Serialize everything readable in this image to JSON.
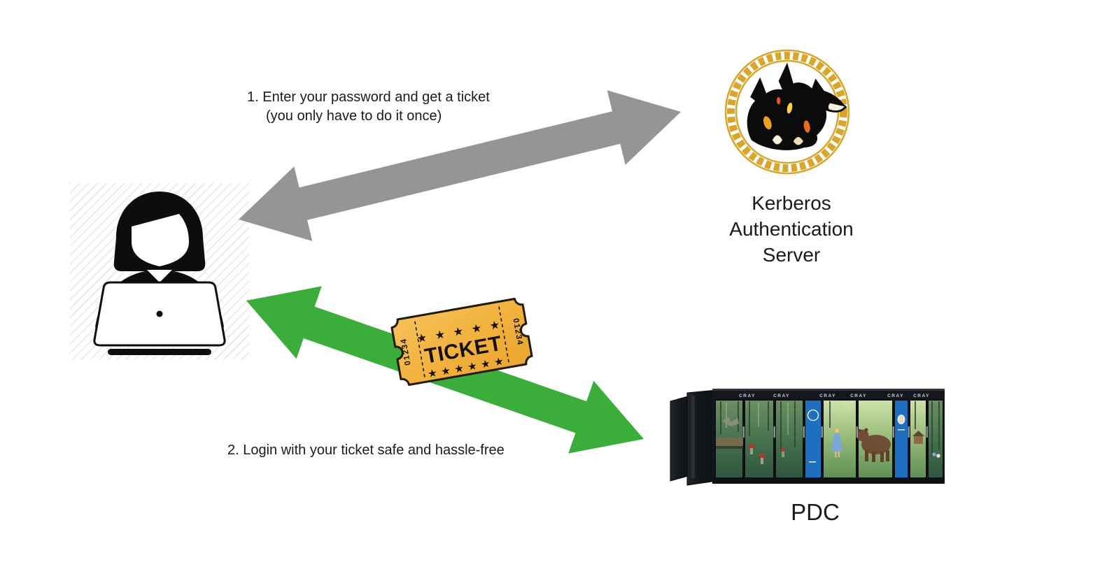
{
  "labels": {
    "step1_line1": "1. Enter your password and get a ticket",
    "step1_line2": "(you only have to do it once)",
    "step2": "2. Login with your ticket safe and hassle-free",
    "kerberos_server": "Kerberos\nAuthentication\nServer",
    "pdc": "PDC"
  },
  "ticket": {
    "title": "TICKET",
    "serial": "01234",
    "stars_top": "★ ★ ★ ★ ★",
    "stars_bottom": "★ ★ ★ ★ ★ ★"
  },
  "machine": {
    "brand": "CRAY"
  },
  "icons": {
    "user": "woman-at-laptop-icon",
    "kerberos": "cerberus-three-headed-dog-logo",
    "ticket": "admission-ticket-icon",
    "supercomputer": "cray-supercomputer-image"
  },
  "colors": {
    "background": "#ffffff",
    "text": "#1a1a1a",
    "arrow_password": "#959595",
    "arrow_ticket_login": "#3aad3a",
    "ticket_outline": "#241903",
    "kerberos_ring_gold": "#d7a62a",
    "kth_panel_blue": "#1e6fbf",
    "cabinet_dark": "#14171c"
  }
}
